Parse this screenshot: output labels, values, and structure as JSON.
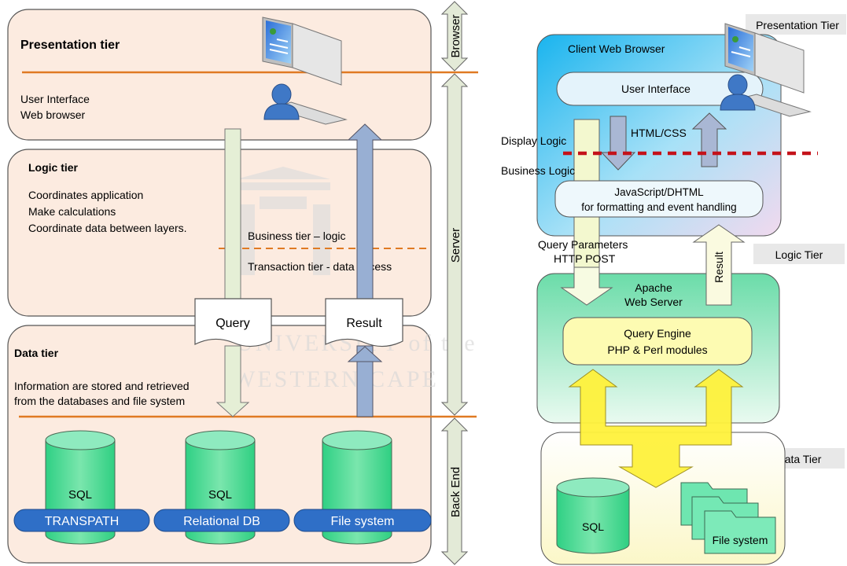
{
  "left": {
    "presentation": {
      "title": "Presentation tier",
      "line1": "User Interface",
      "line2": "Web browser"
    },
    "logic": {
      "title": "Logic tier",
      "line1": "Coordinates application",
      "line2": "Make calculations",
      "line3": "Coordinate data between layers.",
      "business": "Business tier – logic",
      "transaction": "Transaction tier - data access"
    },
    "data": {
      "title": "Data tier",
      "line1": "Information are stored and retrieved",
      "line2": "from the databases and file system"
    },
    "query_label": "Query",
    "result_label": "Result",
    "cylinders": [
      {
        "label": "SQL",
        "bar": "TRANSPATH"
      },
      {
        "label": "SQL",
        "bar": "Relational DB"
      },
      {
        "label": "",
        "bar": "File system"
      }
    ],
    "sidebar": {
      "browser": "Browser",
      "server": "Server",
      "backend": "Back End"
    }
  },
  "watermark": {
    "line1": "UNIVERSITY of the",
    "line2": "WESTERN CAPE"
  },
  "right": {
    "tier_tags": {
      "presentation": "Presentation Tier",
      "logic": "Logic Tier",
      "data": "Data Tier"
    },
    "client": {
      "title": "Client Web Browser",
      "ui": "User Interface",
      "js_line1": "JavaScript/DHTML",
      "js_line2": "for formatting and event handling"
    },
    "display_logic": "Display Logic",
    "business_logic": "Business Logic",
    "html_css": "HTML/CSS",
    "query_params_line1": "Query Parameters",
    "query_params_line2": "HTTP POST",
    "result": "Result",
    "apache_line1": "Apache",
    "apache_line2": "Web Server",
    "engine_line1": "Query Engine",
    "engine_line2": "PHP & Perl modules",
    "sql": "SQL",
    "file_system": "File system"
  }
}
